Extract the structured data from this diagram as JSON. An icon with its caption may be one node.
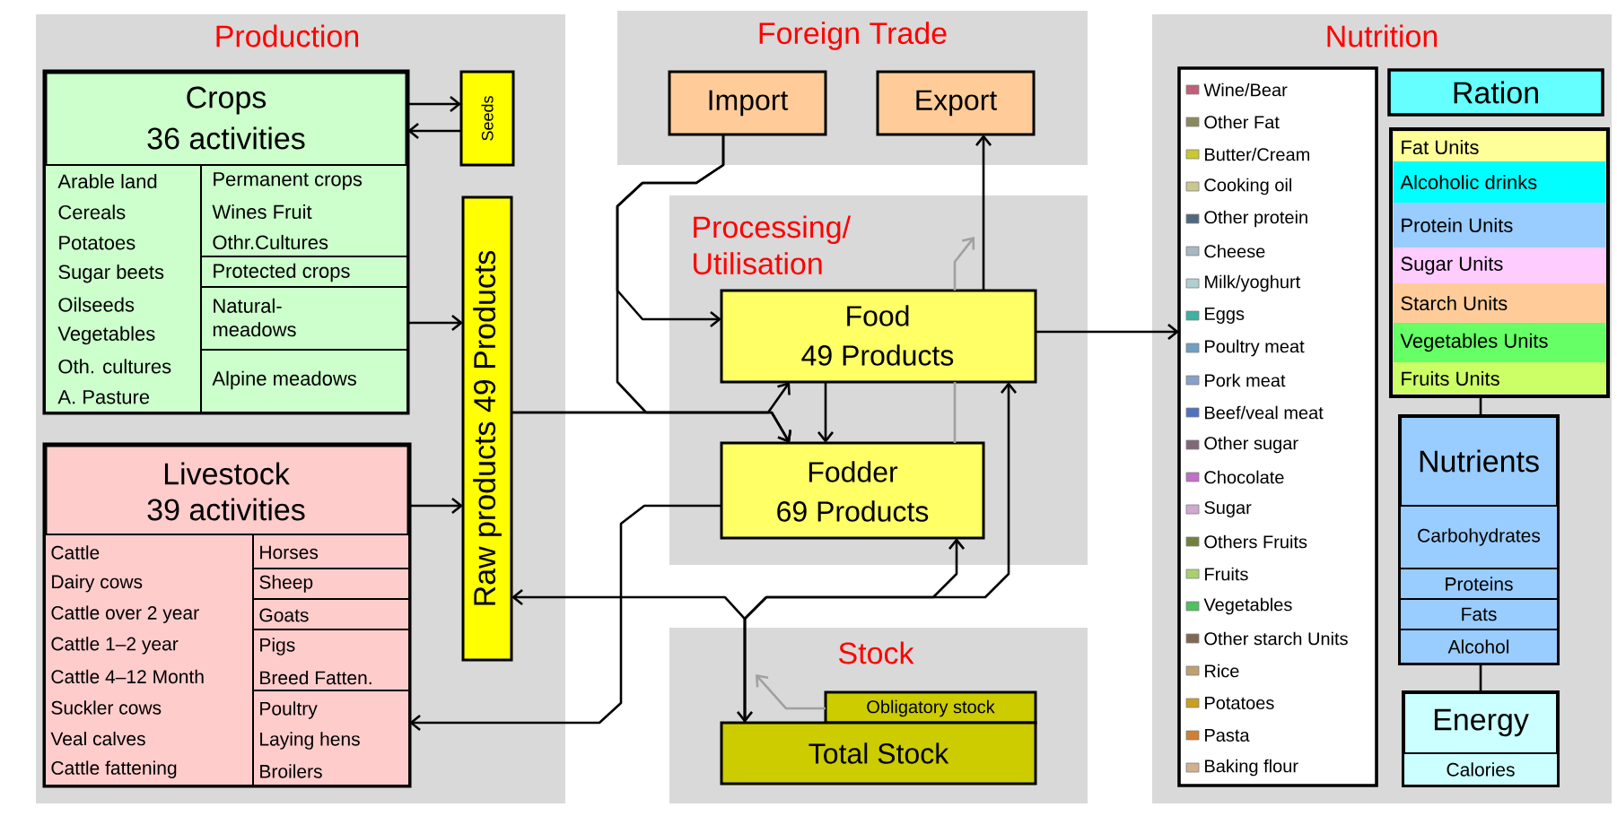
{
  "diagram": {
    "nodes": [
      {
        "text": [
          "Production"
        ]
      },
      {
        "text": [
          "Crops",
          "36 activities"
        ],
        "in": 0
      },
      {
        "text": [
          "Arable land",
          "Cereals",
          "Potatoes",
          "Sugar beets",
          "Oilseeds",
          "Vegetables",
          "Oth. cultures",
          "A. Pasture"
        ],
        "in": 1
      },
      {
        "text": [
          "Permanent crops",
          "Wines Fruit",
          "Othr.Cultures"
        ],
        "in": 1
      },
      {
        "text": [
          "Protected crops"
        ],
        "in": 1
      },
      {
        "text": [
          "Natural- meadows"
        ],
        "in": 1
      },
      {
        "text": [
          "Alpine meadows"
        ],
        "in": 1
      },
      {
        "text": [
          "Seeds"
        ],
        "in": 0
      },
      {
        "text": [
          "Raw products 49 Products"
        ],
        "in": 0
      },
      {
        "text": [
          "Livestock",
          "39 activities"
        ],
        "in": 0
      },
      {
        "text": [
          "Cattle",
          "Dairy cows",
          "Cattle over 2 year",
          "Cattle 1–2 year",
          "Cattle 4–12 Month",
          "Suckler cows",
          "Veal calves",
          "Cattle fattening"
        ],
        "in": 9
      },
      {
        "text": [
          "Horses"
        ],
        "in": 9
      },
      {
        "text": [
          "Sheep"
        ],
        "in": 9
      },
      {
        "text": [
          "Goats"
        ],
        "in": 9
      },
      {
        "text": [
          "Pigs",
          "Breed Fatten."
        ],
        "in": 9
      },
      {
        "text": [
          "Poultry",
          "Laying hens",
          "Broilers"
        ],
        "in": 9
      },
      {
        "text": [
          "Foreign Trade"
        ]
      },
      {
        "text": [
          "Import"
        ],
        "in": 16
      },
      {
        "text": [
          "Export"
        ],
        "in": 16
      },
      {
        "text": [
          "Processing/ Utilisation"
        ]
      },
      {
        "text": [
          "Food",
          "49 Products"
        ],
        "in": 19
      },
      {
        "text": [
          "Fodder",
          "69 Products"
        ],
        "in": 19
      },
      {
        "text": [
          "Stock"
        ]
      },
      {
        "text": [
          "Obligatory stock"
        ],
        "in": 22
      },
      {
        "text": [
          "Total Stock"
        ],
        "in": 22
      },
      {
        "text": [
          "Nutrition"
        ]
      },
      {
        "text": [],
        "shape": "box",
        "in": 25
      },
      {
        "text": [
          "Ration"
        ],
        "in": 25
      },
      {
        "text": [],
        "shape": "box",
        "in": 25
      },
      {
        "text": [
          "Fat Units"
        ],
        "in": 28
      },
      {
        "text": [
          "Alcoholic drinks"
        ],
        "in": 28
      },
      {
        "text": [
          "Protein Units"
        ],
        "in": 28
      },
      {
        "text": [
          "Sugar Units"
        ],
        "in": 28
      },
      {
        "text": [
          "Starch Units"
        ],
        "in": 28
      },
      {
        "text": [
          "Vegetables Units"
        ],
        "in": 28
      },
      {
        "text": [
          "Fruits Units"
        ],
        "in": 28
      },
      {
        "text": [
          "Nutrients"
        ],
        "in": 25
      },
      {
        "text": [
          "Carbohydrates"
        ],
        "in": 36
      },
      {
        "text": [
          "Proteins"
        ],
        "in": 36
      },
      {
        "text": [
          "Fats"
        ],
        "in": 36
      },
      {
        "text": [
          "Alcohol"
        ],
        "in": 36
      },
      {
        "text": [
          "Energy"
        ],
        "in": 25
      },
      {
        "text": [
          "Calories"
        ],
        "in": 41
      }
    ],
    "edges": [
      {
        "from": 1,
        "to": 7,
        "arrow": "to"
      },
      {
        "from": 7,
        "to": 1,
        "arrow": "to"
      },
      {
        "from": 1,
        "to": 8,
        "arrow": "to"
      },
      {
        "from": 9,
        "to": 8,
        "arrow": "to"
      },
      {
        "from": 17,
        "to": 20,
        "arrow": "to"
      },
      {
        "from": 17,
        "to": 21,
        "arrow": "to"
      },
      {
        "from": 8,
        "to": 20,
        "arrow": "to"
      },
      {
        "from": 8,
        "to": 21,
        "arrow": "to"
      },
      {
        "from": 20,
        "to": 21,
        "arrow": "to"
      },
      {
        "from": 20,
        "to": 18,
        "arrow": "to"
      },
      {
        "from": 20,
        "to": 26,
        "arrow": "to"
      },
      {
        "from": 21,
        "to": 9,
        "arrow": "to"
      },
      {
        "from": 24,
        "to": 8,
        "arrow": "both"
      },
      {
        "from": 24,
        "to": 21,
        "arrow": "to"
      },
      {
        "from": 24,
        "to": 20,
        "arrow": "to"
      },
      {
        "from": 23,
        "to": null,
        "arrow": "to",
        "color": "#a0a0a0"
      },
      {
        "from": 21,
        "to": 20,
        "arrow": "none",
        "color": "#a0a0a0"
      },
      {
        "from": 28,
        "to": 36,
        "arrow": "none"
      },
      {
        "from": 36,
        "to": 41,
        "arrow": "none"
      },
      {
        "from": 20,
        "to": null,
        "arrow": "to",
        "color": "#a0a0a0"
      }
    ],
    "legend": [
      {
        "text": "Wine/Bear",
        "color": "#c0607a"
      },
      {
        "text": "Other Fat",
        "color": "#8a8a60"
      },
      {
        "text": "Butter/Cream",
        "color": "#c8c830"
      },
      {
        "text": "Cooking oil",
        "color": "#c8c890"
      },
      {
        "text": "Other protein",
        "color": "#506880"
      },
      {
        "text": "Cheese",
        "color": "#a8b8c0"
      },
      {
        "text": "Milk/yoghurt",
        "color": "#b0d0d0"
      },
      {
        "text": "Eggs",
        "color": "#40b0a0"
      },
      {
        "text": "Poultry meat",
        "color": "#70a0c0"
      },
      {
        "text": "Pork meat",
        "color": "#8aa0c8"
      },
      {
        "text": "Beef/veal meat",
        "color": "#5070c0"
      },
      {
        "text": "Other sugar",
        "color": "#806878"
      },
      {
        "text": "Chocolate",
        "color": "#c070c8"
      },
      {
        "text": "Sugar",
        "color": "#d0a8d0"
      },
      {
        "text": "Others Fruits",
        "color": "#708040"
      },
      {
        "text": "Fruits",
        "color": "#a8d070"
      },
      {
        "text": "Vegetables",
        "color": "#50c060"
      },
      {
        "text": "Other starch Units",
        "color": "#806850"
      },
      {
        "text": "Rice",
        "color": "#c0a070"
      },
      {
        "text": "Potatoes",
        "color": "#c8a020"
      },
      {
        "text": "Pasta",
        "color": "#d08030"
      },
      {
        "text": "Baking flour",
        "color": "#d0b090"
      }
    ]
  }
}
